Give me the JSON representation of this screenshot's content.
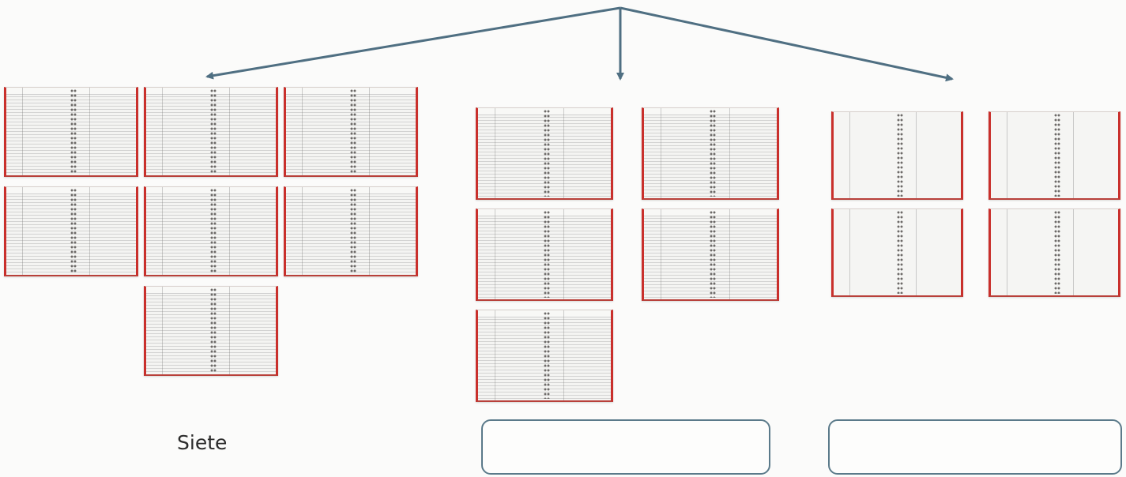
{
  "groups": [
    {
      "count": 7,
      "style": "ruled",
      "label": "Siete",
      "answer_blank": false
    },
    {
      "count": 5,
      "style": "ruled",
      "label": "",
      "answer_blank": true
    },
    {
      "count": 4,
      "style": "plain",
      "label": "",
      "answer_blank": true
    }
  ],
  "colors": {
    "notebook_cover": "#c9302c",
    "arrow": "#4f6f82",
    "answer_box_border": "#5b7a8a",
    "background": "#fbfbfa"
  },
  "icons": {
    "notebook": "spiral-notebook-icon",
    "arrow": "arrow-down-icon"
  }
}
